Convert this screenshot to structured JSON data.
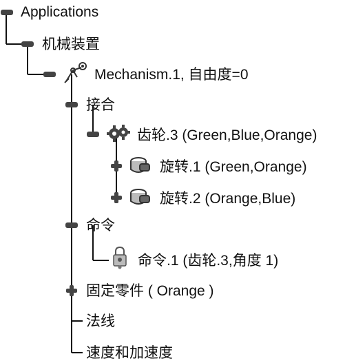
{
  "tree": {
    "root": {
      "label": "Applications",
      "expanded": true
    },
    "mechanical": {
      "label": "机械装置",
      "expanded": true
    },
    "mechanism": {
      "label": "Mechanism.1, 自由度=0",
      "icon": "mechanism-icon",
      "expanded": true
    },
    "joints": {
      "label": "接合",
      "expanded": true
    },
    "gear": {
      "label": "齿轮.3 (Green,Blue,Orange)",
      "icon": "gear-joint-icon",
      "expanded": true
    },
    "rotate1": {
      "label": "旋转.1 (Green,Orange)",
      "icon": "revolute-joint-icon",
      "expanded": false
    },
    "rotate2": {
      "label": "旋转.2 (Orange,Blue)",
      "icon": "revolute-joint-icon",
      "expanded": false
    },
    "commands": {
      "label": "命令",
      "expanded": true
    },
    "command1": {
      "label": "命令.1 (齿轮.3,角度 1)",
      "icon": "command-icon"
    },
    "fixed_part": {
      "label": "固定零件 ( Orange )",
      "expanded": false
    },
    "laws": {
      "label": "法线"
    },
    "speed_accel": {
      "label": "速度和加速度"
    }
  },
  "colors": {
    "line": "#111111",
    "text": "#111111",
    "background": "#ffffff"
  }
}
